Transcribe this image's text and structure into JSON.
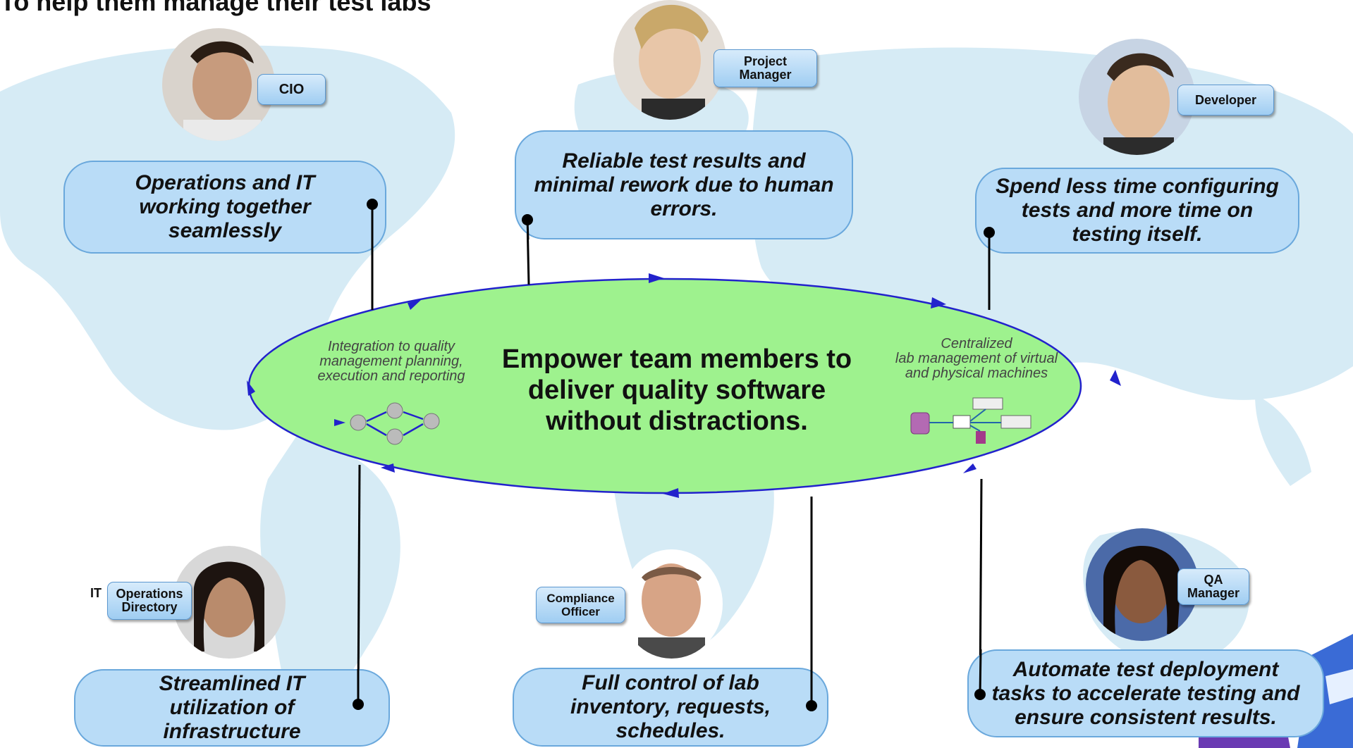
{
  "title": "To help them manage their test labs",
  "center": {
    "line1": "Empower team members to",
    "line2": "deliver quality software",
    "line3": "without distractions."
  },
  "left_note": {
    "line1": "Integration to quality",
    "line2": "management planning,",
    "line3": "execution and reporting"
  },
  "right_note": {
    "line1": "Centralized",
    "line2": "lab management of virtual",
    "line3": "and physical machines"
  },
  "roles": [
    {
      "badge": "CIO",
      "text": [
        "Operations and IT",
        "working together",
        "seamlessly"
      ]
    },
    {
      "badge_line1": "Project",
      "badge_line2": "Manager",
      "text": [
        "Reliable test results and",
        "minimal rework due to human",
        "errors."
      ]
    },
    {
      "badge": "Developer",
      "text": [
        "Spend less time configuring",
        "tests and more time on",
        "testing itself."
      ]
    },
    {
      "badge_prefix": "IT",
      "badge_line1": "Operations",
      "badge_line2": "Directory",
      "text": [
        "Streamlined IT",
        "utilization of",
        "infrastructure"
      ]
    },
    {
      "badge_line1": "Compliance",
      "badge_line2": "Officer",
      "text": [
        "Full control of lab",
        "inventory, requests,",
        "schedules."
      ]
    },
    {
      "badge_line1": "QA",
      "badge_line2": "Manager",
      "text": [
        "Automate test deployment",
        "tasks to accelerate testing and",
        "ensure consistent results."
      ]
    }
  ],
  "colors": {
    "ellipse_fill": "#9ef28e",
    "bubble_fill": "#b9dcf7",
    "bubble_border": "#6aa8dc",
    "map": "#d6ebf5",
    "arrow": "#2222cc"
  }
}
